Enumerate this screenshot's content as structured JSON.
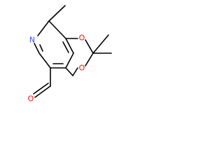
{
  "molecule": {
    "atoms": {
      "ring_nitrogen": "N",
      "ring_oxygen_upper": "O",
      "ring_oxygen_lower": "O",
      "aldehyde_oxygen": "O"
    }
  },
  "colors": {
    "bond": "#000000",
    "nitrogen": "#3050F8",
    "oxygen": "#FF0D0D",
    "background": "#FFFFFF"
  }
}
